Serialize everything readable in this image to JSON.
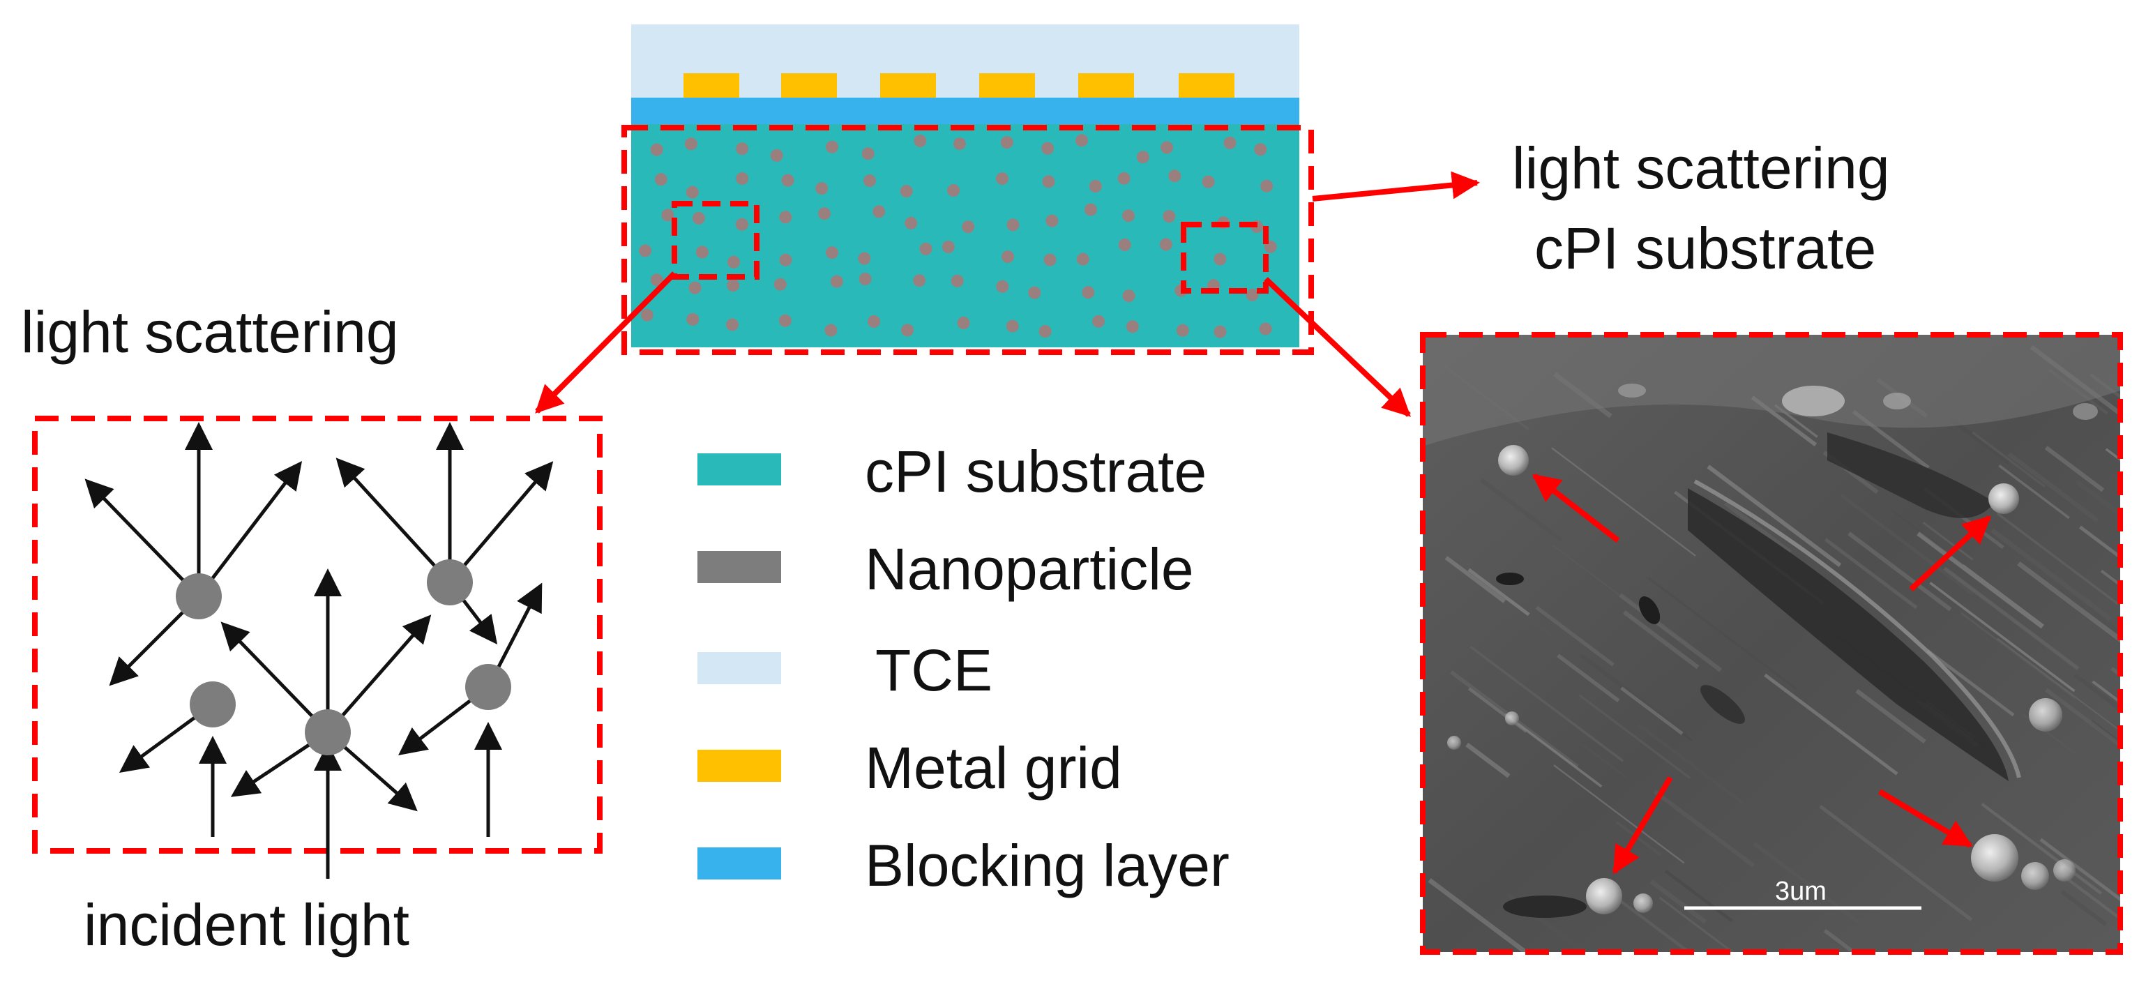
{
  "labels": {
    "scattering_substrate_line1": "light scattering",
    "scattering_substrate_line2": "cPI substrate",
    "light_scattering": "light scattering",
    "incident_light": "incident light"
  },
  "legend": [
    {
      "label": "cPI substrate",
      "color": "#2ab9b9"
    },
    {
      "label": "Nanoparticle",
      "color": "#7d7d7d"
    },
    {
      "label": "TCE",
      "color": "#d3e7f5"
    },
    {
      "label": "Metal grid",
      "color": "#ffc000"
    },
    {
      "label": "Blocking layer",
      "color": "#38b2ec"
    }
  ],
  "sem": {
    "scale_bar_label": "3um"
  },
  "colors": {
    "outline_red": "#ff0000",
    "substrate": "#2ab9b9",
    "nanoparticle": "#7d7d7d",
    "tce": "#d3e7f5",
    "metal_grid": "#ffc000",
    "blocking_layer": "#38b2ec",
    "arrow_black": "#111111"
  },
  "icons": {
    "scatter_arrows": "arrow-icon",
    "callout_arrows": "red-arrow-icon"
  }
}
